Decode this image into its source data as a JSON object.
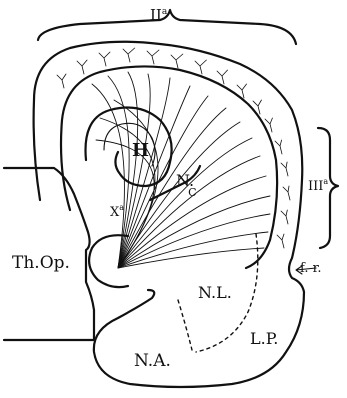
{
  "labels": {
    "top_bracket": "II",
    "top_bracket_sup": "a",
    "right_bracket": "III",
    "right_bracket_sup": "a",
    "hippocampus": "H",
    "nucleus_c": "N.",
    "nucleus_c_sub": "C",
    "small_roman": "X",
    "small_roman_sup": "a",
    "thalamus": "Th.Op.",
    "nucleus_l": "N.L.",
    "lobus_p": "L.P.",
    "nucleus_a": "N.A.",
    "fissure": "f. r."
  },
  "colors": {
    "ink": "#111111",
    "paper": "#ffffff"
  }
}
